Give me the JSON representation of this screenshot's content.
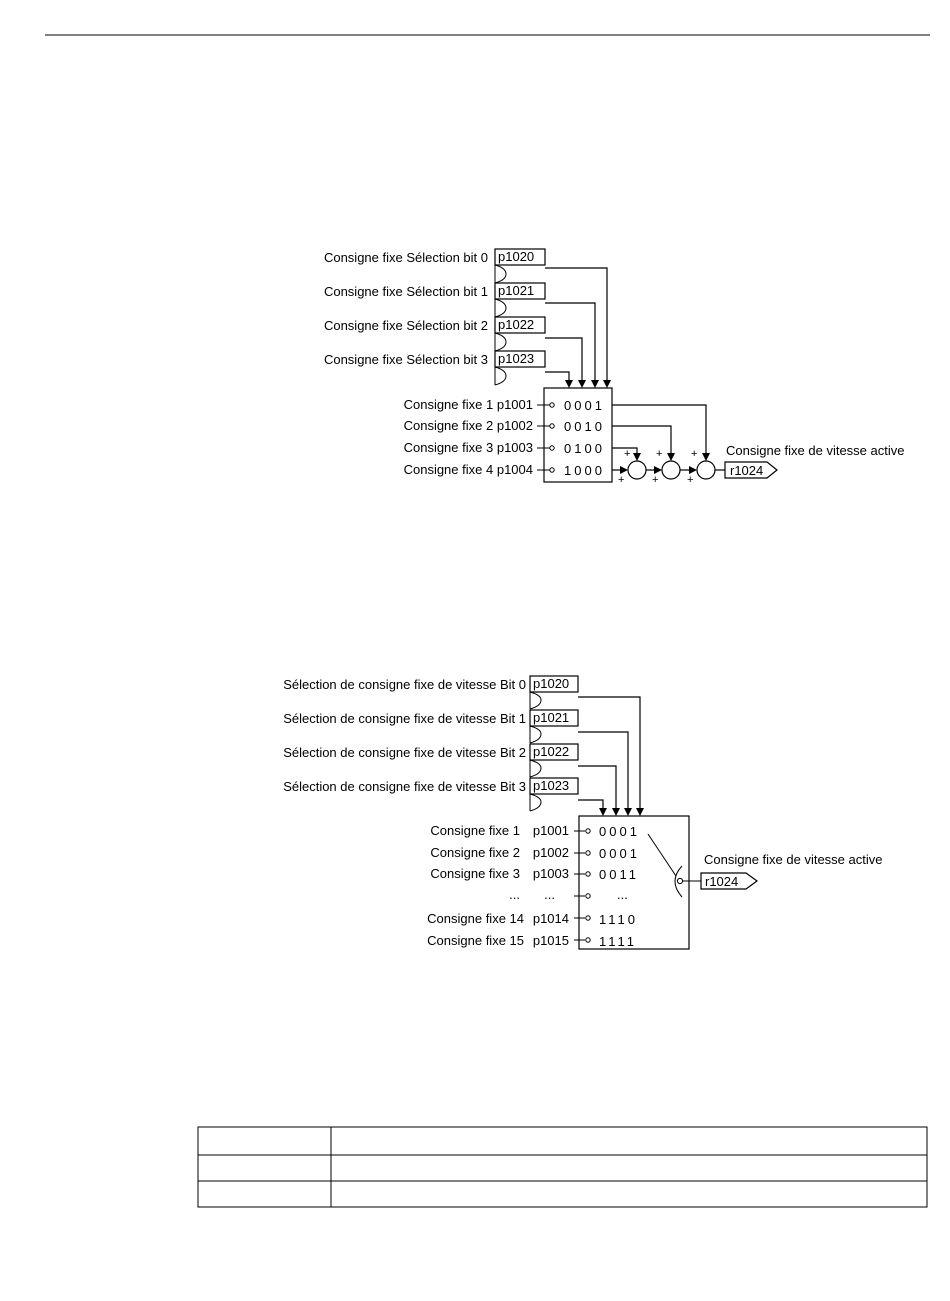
{
  "diagram1": {
    "selection_bits": [
      {
        "label": "Consigne fixe Sélection bit 0",
        "param": "p1020"
      },
      {
        "label": "Consigne fixe Sélection bit 1",
        "param": "p1021"
      },
      {
        "label": "Consigne fixe Sélection bit 2",
        "param": "p1022"
      },
      {
        "label": "Consigne fixe Sélection bit 3",
        "param": "p1023"
      }
    ],
    "setpoints": [
      {
        "label": "Consigne fixe 1",
        "param": "p1001",
        "bits": "0001"
      },
      {
        "label": "Consigne fixe 2",
        "param": "p1002",
        "bits": "0010"
      },
      {
        "label": "Consigne fixe 3",
        "param": "p1003",
        "bits": "0100"
      },
      {
        "label": "Consigne fixe 4",
        "param": "p1004",
        "bits": "1000"
      }
    ],
    "plus_sign": "+",
    "output_label": "Consigne fixe de vitesse active",
    "output_param": "r1024"
  },
  "diagram2": {
    "selection_bits": [
      {
        "label": "Sélection de consigne fixe de vitesse Bit 0",
        "param": "p1020"
      },
      {
        "label": "Sélection de consigne fixe de vitesse Bit 1",
        "param": "p1021"
      },
      {
        "label": "Sélection de consigne fixe de vitesse Bit 2",
        "param": "p1022"
      },
      {
        "label": "Sélection de consigne fixe de vitesse Bit 3",
        "param": "p1023"
      }
    ],
    "setpoints": [
      {
        "label": "Consigne fixe 1",
        "param": "p1001",
        "bits": "0001"
      },
      {
        "label": "Consigne fixe 2",
        "param": "p1002",
        "bits": "0001"
      },
      {
        "label": "Consigne fixe 3",
        "param": "p1003",
        "bits": "0011"
      },
      {
        "label": "...",
        "param": "...",
        "bits": "..."
      },
      {
        "label": "Consigne fixe 14",
        "param": "p1014",
        "bits": "1110"
      },
      {
        "label": "Consigne fixe 15",
        "param": "p1015",
        "bits": "1111"
      }
    ],
    "output_label": "Consigne fixe de vitesse active",
    "output_param": "r1024"
  },
  "table": {
    "rows": [
      [
        "",
        ""
      ],
      [
        "",
        ""
      ],
      [
        "",
        ""
      ]
    ]
  }
}
